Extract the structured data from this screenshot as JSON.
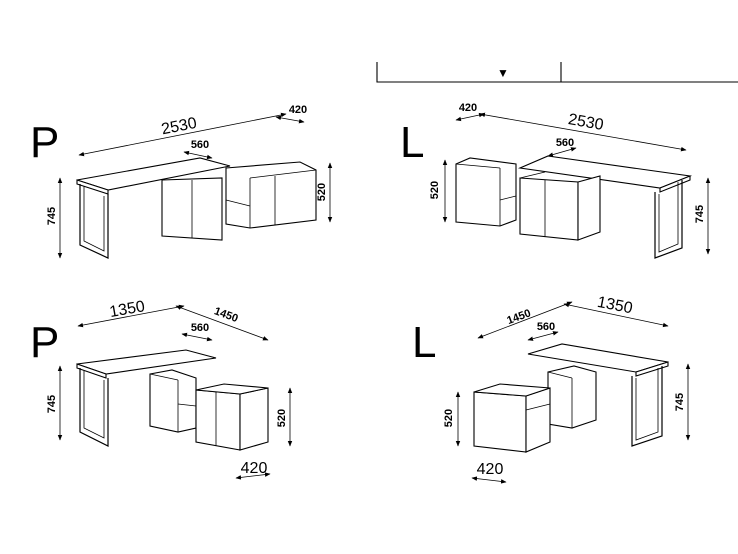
{
  "top_bar": {
    "marker": "▼"
  },
  "variants": [
    {
      "letter": "P",
      "dims": {
        "length": "2530",
        "depth": "420",
        "cabinet_depth": "560",
        "height": "745",
        "cabinet_height": "520"
      }
    },
    {
      "letter": "L",
      "dims": {
        "length": "2530",
        "depth": "420",
        "cabinet_depth": "560",
        "height": "745",
        "cabinet_height": "520"
      }
    },
    {
      "letter": "P",
      "dims": {
        "length_a": "1350",
        "length_b": "1450",
        "cabinet_depth": "560",
        "height": "745",
        "cabinet_height": "520",
        "cabinet_width": "420"
      }
    },
    {
      "letter": "L",
      "dims": {
        "length_a": "1350",
        "length_b": "1450",
        "cabinet_depth": "560",
        "height": "745",
        "cabinet_height": "520",
        "cabinet_width": "420"
      }
    }
  ]
}
